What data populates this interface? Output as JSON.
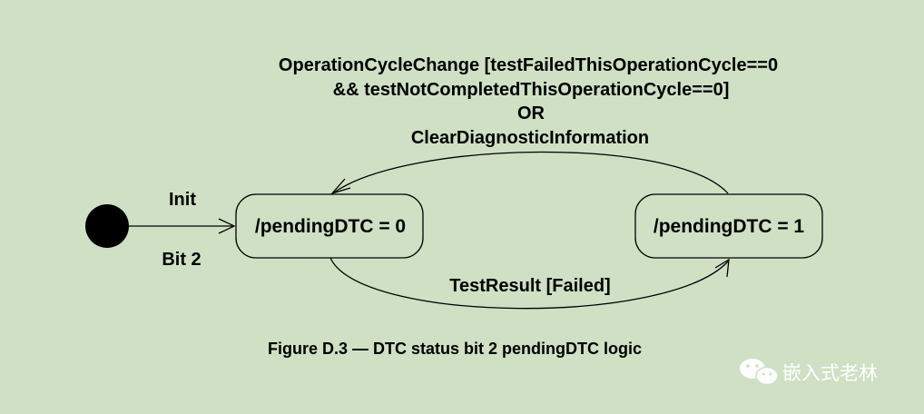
{
  "transition_top": {
    "line1": "OperationCycleChange [testFailedThisOperationCycle==0",
    "line2": "&& testNotCompletedThisOperationCycle==0]",
    "line3": "OR",
    "line4": "ClearDiagnosticInformation"
  },
  "initial": {
    "label_above": "Init",
    "label_below": "Bit 2"
  },
  "states": {
    "left": "/pendingDTC = 0",
    "right": "/pendingDTC = 1"
  },
  "transition_bottom": "TestResult [Failed]",
  "caption": "Figure D.3 — DTC status bit 2 pendingDTC logic",
  "watermark": {
    "icon": "wechat-icon",
    "text": "嵌入式老林"
  },
  "colors": {
    "background": "#cfe0c5",
    "stroke": "#000000"
  }
}
